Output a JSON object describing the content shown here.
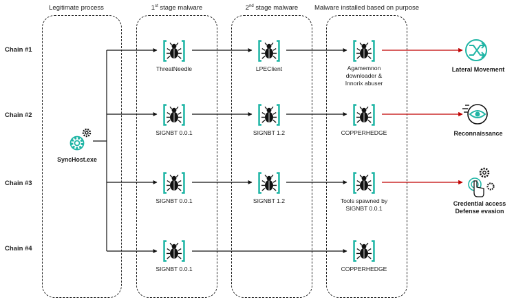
{
  "columns": {
    "legit": "Legitimate process",
    "stage1_sup": "st",
    "stage1_rest": " stage malware",
    "stage1_num": "1",
    "stage2_num": "2",
    "stage2_sup": "nd",
    "stage2_rest": " stage malware",
    "purpose": "Malware installed based on purpose"
  },
  "chains": [
    "Chain #1",
    "Chain #2",
    "Chain #3",
    "Chain #4"
  ],
  "source": {
    "label": "SyncHost.exe",
    "icon": "gear-icon"
  },
  "stage1": [
    "ThreatNeedle",
    "SIGNBT 0.0.1",
    "SIGNBT 0.0.1",
    "SIGNBT 0.0.1"
  ],
  "stage2": [
    "LPEClient",
    "SIGNBT 1.2",
    "SIGNBT 1.2"
  ],
  "purpose_malware": [
    "Agamemnon\ndownloader &\nInnorix abuser",
    "COPPERHEDGE",
    "Tools spawned by\nSIGNBT 0.0.1",
    "COPPERHEDGE"
  ],
  "purposes": [
    {
      "label": "Lateral Movement",
      "icon": "shuffle-icon"
    },
    {
      "label": "Reconnaissance",
      "icon": "eye-icon"
    },
    {
      "label": "Credential access\nDefense evasion",
      "icon": "click-gear-icon"
    }
  ],
  "colors": {
    "accent": "#1fb5a5",
    "red": "#c00000",
    "line": "#111111"
  }
}
